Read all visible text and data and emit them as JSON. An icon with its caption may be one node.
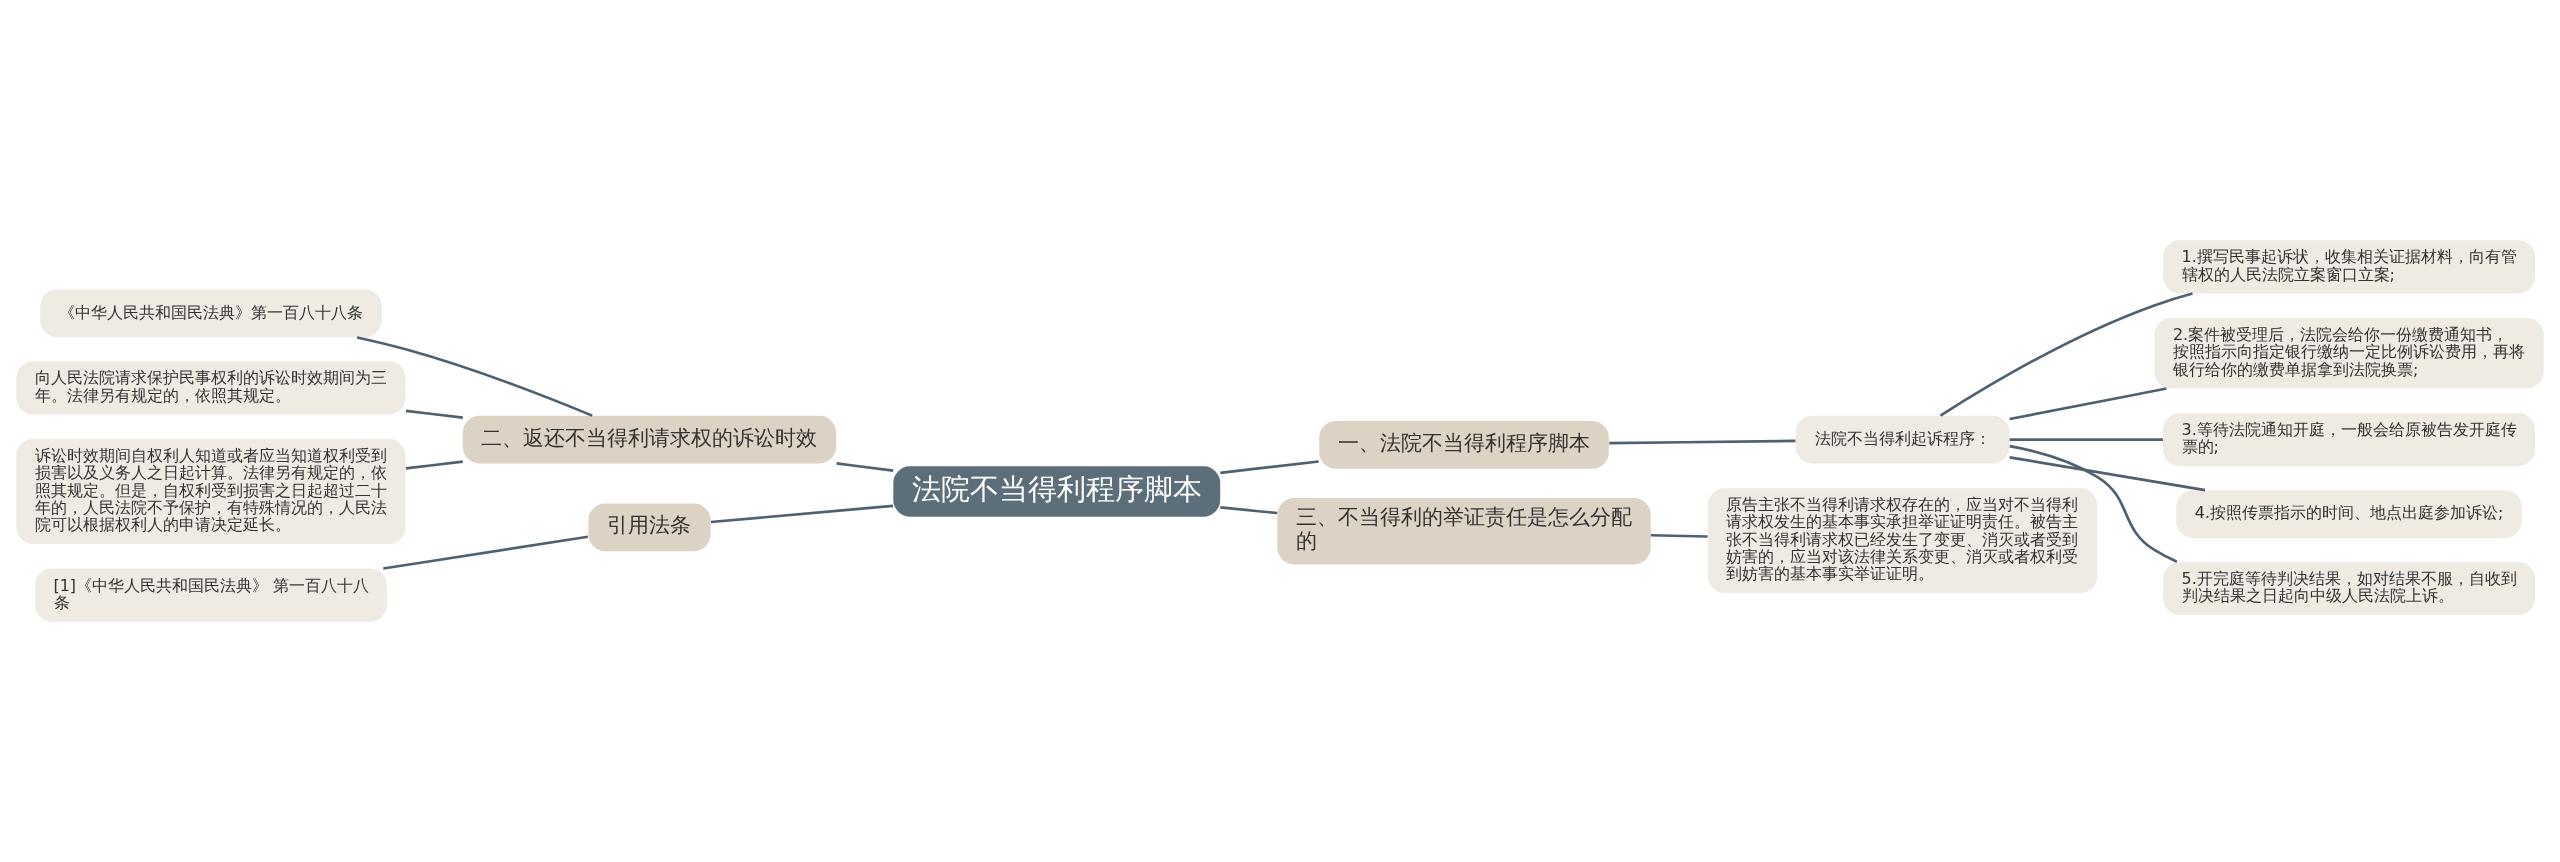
{
  "diagram": {
    "nodes": [
      {
        "text": [
          "法院不当得利程序脚本"
        ]
      },
      {
        "text": [
          "二、返还不当得利请求权的诉讼时效"
        ]
      },
      {
        "text": [
          "《中华人民共和国民法典》第一百八十八条"
        ]
      },
      {
        "text": [
          "向人民法院请求保护民事权利的诉讼时效期间为三年。法律另有规定的，依照其规定。"
        ]
      },
      {
        "text": [
          "诉讼时效期间自权利人知道或者应当知道权利受到损害以及义务人之日起计算。法律另有规定的，依照其规定。但是，自权利受到损害之日起超过二十年的，人民法院不予保护，有特殊情况的，人民法院可以根据权利人的申请决定延长。"
        ]
      },
      {
        "text": [
          "引用法条"
        ]
      },
      {
        "text": [
          "[1]《中华人民共和国民法典》 第一百八十八条"
        ]
      },
      {
        "text": [
          "一、法院不当得利程序脚本"
        ]
      },
      {
        "text": [
          "法院不当得利起诉程序："
        ]
      },
      {
        "text": [
          "1.撰写民事起诉状，收集相关证据材料，向有管辖权的人民法院立案窗口立案;"
        ]
      },
      {
        "text": [
          "2.案件被受理后，法院会给你一份缴费通知书，按照指示向指定银行缴纳一定比例诉讼费用，再将银行给你的缴费单据拿到法院换票;"
        ]
      },
      {
        "text": [
          "3.等待法院通知开庭，一般会给原被告发开庭传票的;"
        ]
      },
      {
        "text": [
          "4.按照传票指示的时间、地点出庭参加诉讼;"
        ]
      },
      {
        "text": [
          "5.开完庭等待判决结果，如对结果不服，自收到判决结果之日起向中级人民法院上诉。"
        ]
      },
      {
        "text": [
          "三、不当得利的举证责任是怎么分配的"
        ]
      },
      {
        "text": [
          "原告主张不当得利请求权存在的，应当对不当得利请求权发生的基本事实承担举证证明责任。被告主张不当得利请求权已经发生了变更、消灭或者受到妨害的，应当对该法律关系变更、消灭或者权利受到妨害的基本事实举证证明。"
        ]
      }
    ],
    "edges": [
      {
        "from": 0,
        "to": 1,
        "arrow": "none"
      },
      {
        "from": 1,
        "to": 2,
        "arrow": "none"
      },
      {
        "from": 1,
        "to": 3,
        "arrow": "none"
      },
      {
        "from": 1,
        "to": 4,
        "arrow": "none"
      },
      {
        "from": 0,
        "to": 5,
        "arrow": "none"
      },
      {
        "from": 5,
        "to": 6,
        "arrow": "none"
      },
      {
        "from": 0,
        "to": 7,
        "arrow": "none"
      },
      {
        "from": 7,
        "to": 8,
        "arrow": "none"
      },
      {
        "from": 8,
        "to": 9,
        "arrow": "none"
      },
      {
        "from": 8,
        "to": 10,
        "arrow": "none"
      },
      {
        "from": 8,
        "to": 11,
        "arrow": "none"
      },
      {
        "from": 8,
        "to": 12,
        "arrow": "none"
      },
      {
        "from": 8,
        "to": 13,
        "arrow": "none"
      },
      {
        "from": 0,
        "to": 14,
        "arrow": "none"
      },
      {
        "from": 14,
        "to": 15,
        "arrow": "none"
      }
    ]
  }
}
